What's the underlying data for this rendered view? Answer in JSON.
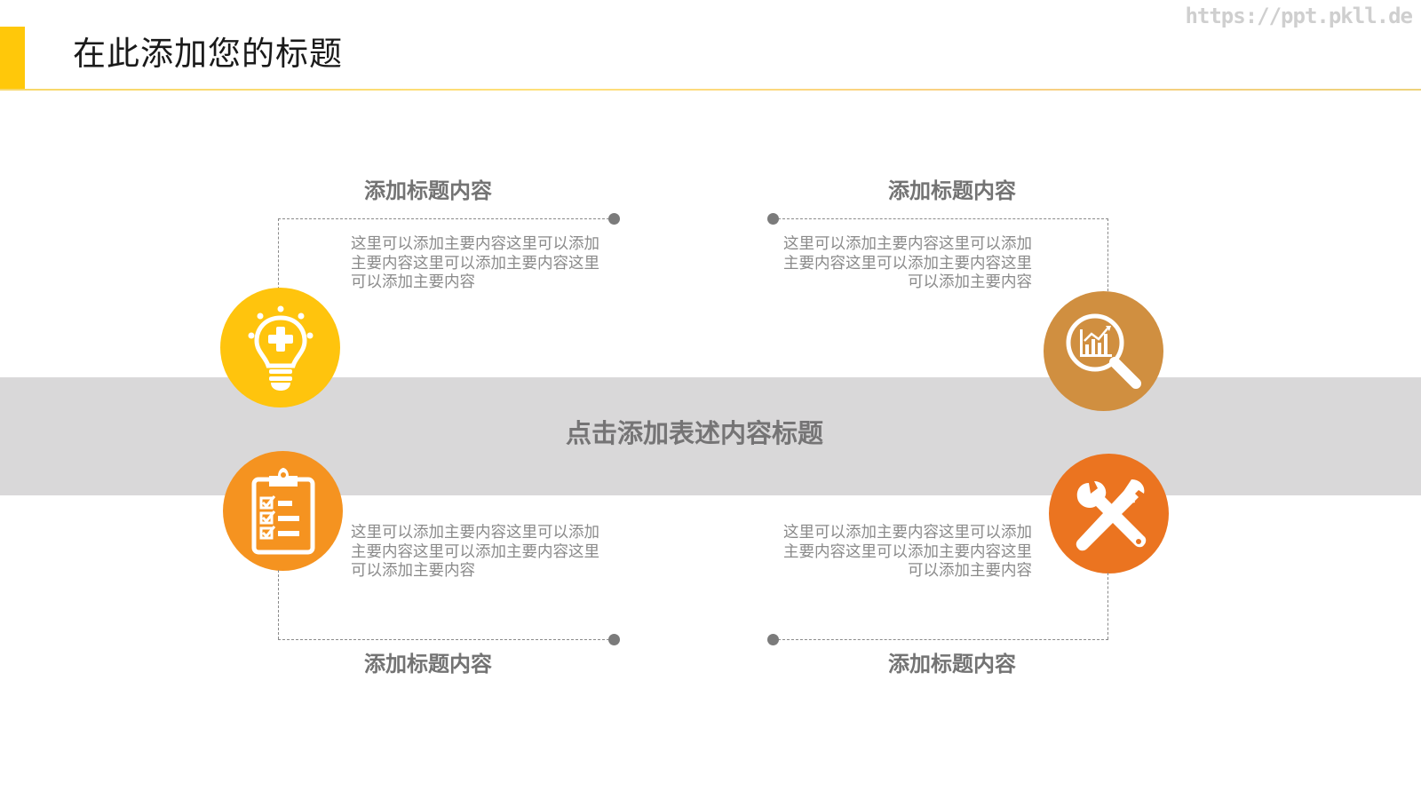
{
  "header": {
    "title": "在此添加您的标题",
    "watermark": "https://ppt.pkll.de",
    "accent_color": "#ffc80a"
  },
  "center_band": {
    "title": "点击添加表述内容标题",
    "background": "#d9d8d9"
  },
  "sections": [
    {
      "position": "top-left",
      "title": "添加标题内容",
      "body": "这里可以添加主要内容这里可以添加主要内容这里可以添加主要内容这里可以添加主要内容",
      "icon": "lightbulb-plus-icon",
      "color": "#ffc40d"
    },
    {
      "position": "top-right",
      "title": "添加标题内容",
      "body": "这里可以添加主要内容这里可以添加主要内容这里可以添加主要内容这里可以添加主要内容",
      "icon": "magnifier-chart-icon",
      "color": "#d08f40"
    },
    {
      "position": "bottom-left",
      "title": "添加标题内容",
      "body": "这里可以添加主要内容这里可以添加主要内容这里可以添加主要内容这里可以添加主要内容",
      "icon": "clipboard-checklist-icon",
      "color": "#f59320"
    },
    {
      "position": "bottom-right",
      "title": "添加标题内容",
      "body": "这里可以添加主要内容这里可以添加主要内容这里可以添加主要内容这里可以添加主要内容",
      "icon": "wrench-screwdriver-icon",
      "color": "#eb7420"
    }
  ]
}
